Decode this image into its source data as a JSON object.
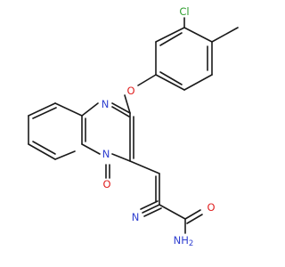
{
  "molecule": {
    "atoms": [
      {
        "id": "cl",
        "label": "Cl",
        "color": "#2e9e2e"
      },
      {
        "id": "o_ether",
        "label": "O",
        "color": "#e02020"
      },
      {
        "id": "n1",
        "label": "N",
        "color": "#2f3fd0"
      },
      {
        "id": "n2",
        "label": "N",
        "color": "#2f3fd0"
      },
      {
        "id": "o_ketone",
        "label": "O",
        "color": "#e02020"
      },
      {
        "id": "n_nitrile",
        "label": "N",
        "color": "#2f3fd0"
      },
      {
        "id": "o_amide",
        "label": "O",
        "color": "#e02020"
      },
      {
        "id": "nh2",
        "label": "NH",
        "sub": "2",
        "color": "#2f3fd0"
      }
    ]
  }
}
